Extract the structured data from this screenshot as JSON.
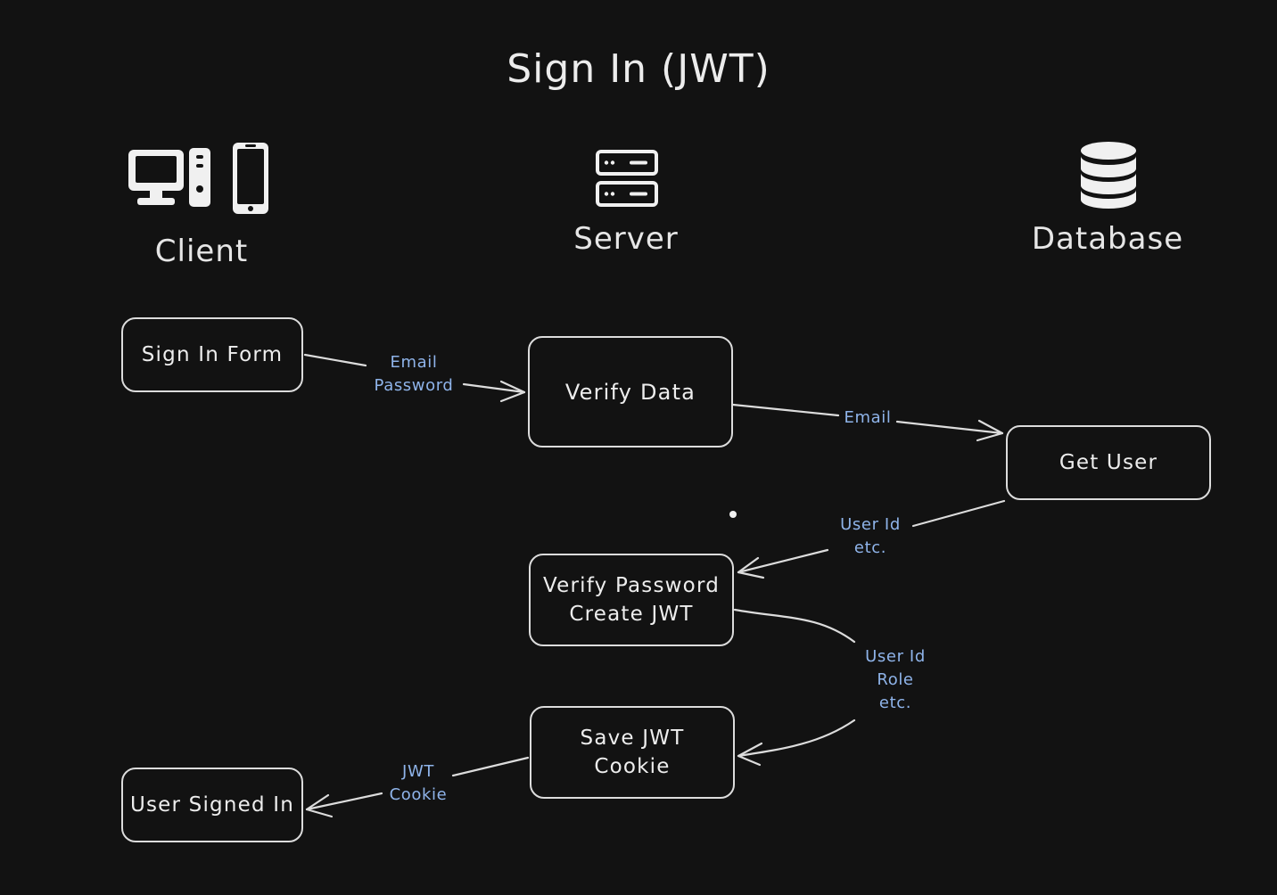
{
  "title": "Sign In (JWT)",
  "columns": {
    "client": "Client",
    "server": "Server",
    "database": "Database"
  },
  "icons": {
    "client": [
      "desktop-computer-icon",
      "smartphone-icon"
    ],
    "server": "server-icon",
    "database": "database-icon"
  },
  "nodes": {
    "sign_in_form": [
      "Sign In Form"
    ],
    "verify_data": [
      "Verify Data"
    ],
    "get_user": [
      "Get User"
    ],
    "verify_password": [
      "Verify Password",
      "Create JWT"
    ],
    "save_jwt": [
      "Save JWT",
      "Cookie"
    ],
    "user_signed_in": [
      "User Signed In"
    ]
  },
  "edges": {
    "form_to_verify": [
      "Email",
      "Password"
    ],
    "verify_to_get_user": [
      "Email"
    ],
    "get_user_to_verify_password": [
      "User Id",
      "etc."
    ],
    "verify_password_to_save": [
      "User Id",
      "Role",
      "etc."
    ],
    "save_to_signed_in": [
      "JWT",
      "Cookie"
    ]
  },
  "colors": {
    "background": "#121212",
    "stroke": "#dcdcdc",
    "edge_label": "#8fb4ea"
  }
}
